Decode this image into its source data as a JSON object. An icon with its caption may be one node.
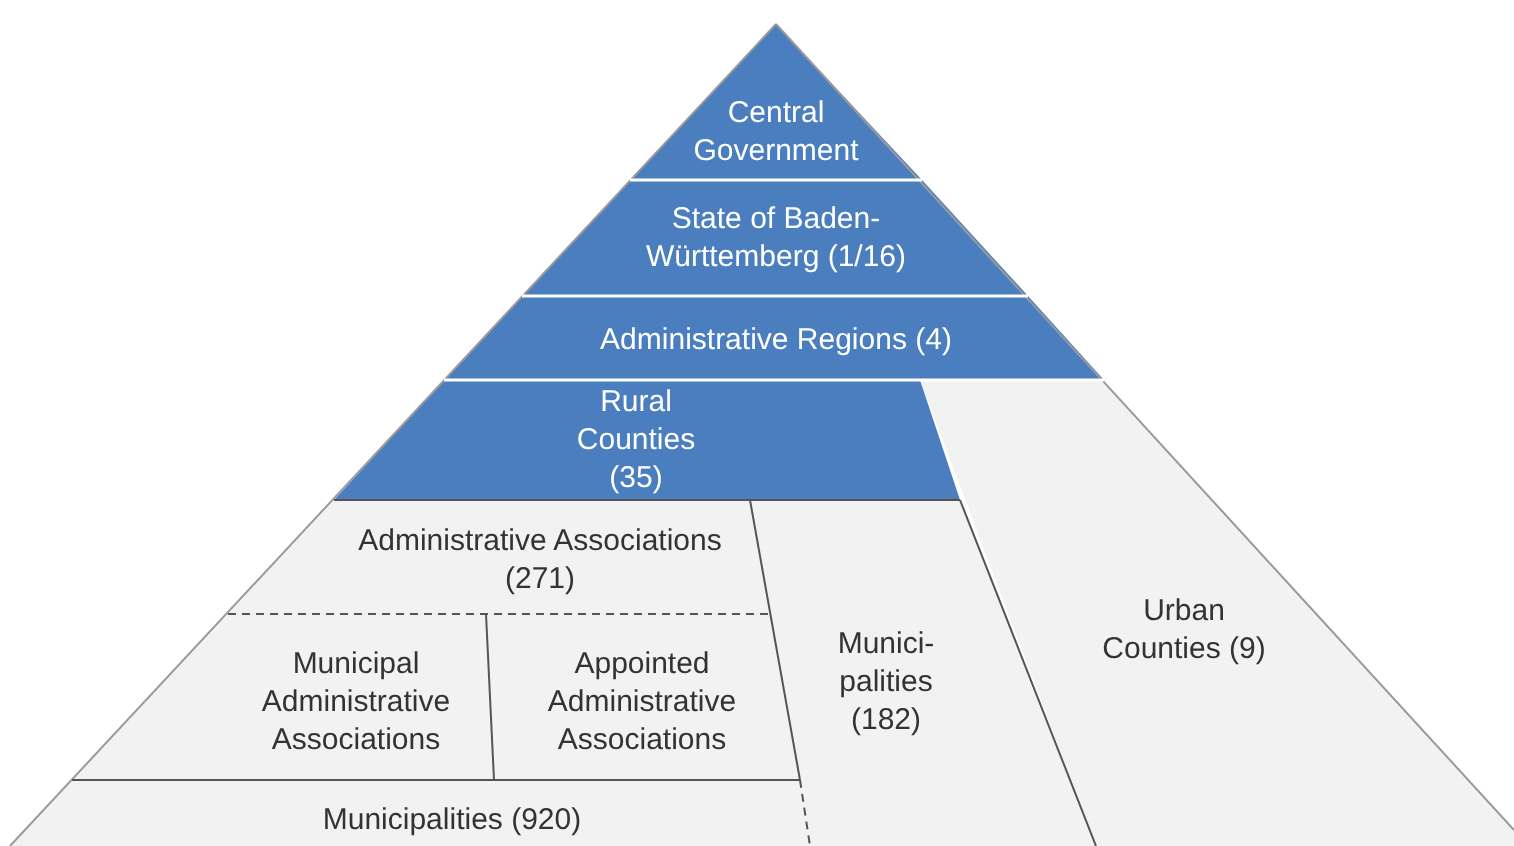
{
  "diagram": {
    "nodes": [
      {
        "text": [
          "Central Government"
        ]
      },
      {
        "text": [
          "State of Baden-Württemberg (1/16)"
        ]
      },
      {
        "text": [
          "Administrative Regions (4)"
        ]
      },
      {
        "text": [
          "Rural Counties (35)"
        ]
      },
      {
        "text": [
          "Urban Counties (9)"
        ]
      },
      {
        "text": [
          "Administrative Associations (271)"
        ]
      },
      {
        "text": [
          "Municipal Administrative Associations"
        ]
      },
      {
        "text": [
          "Appointed Administrative Associations"
        ]
      },
      {
        "text": [
          "Munici-palities (182)"
        ]
      },
      {
        "text": [
          "Municipalities (920)"
        ]
      }
    ]
  }
}
